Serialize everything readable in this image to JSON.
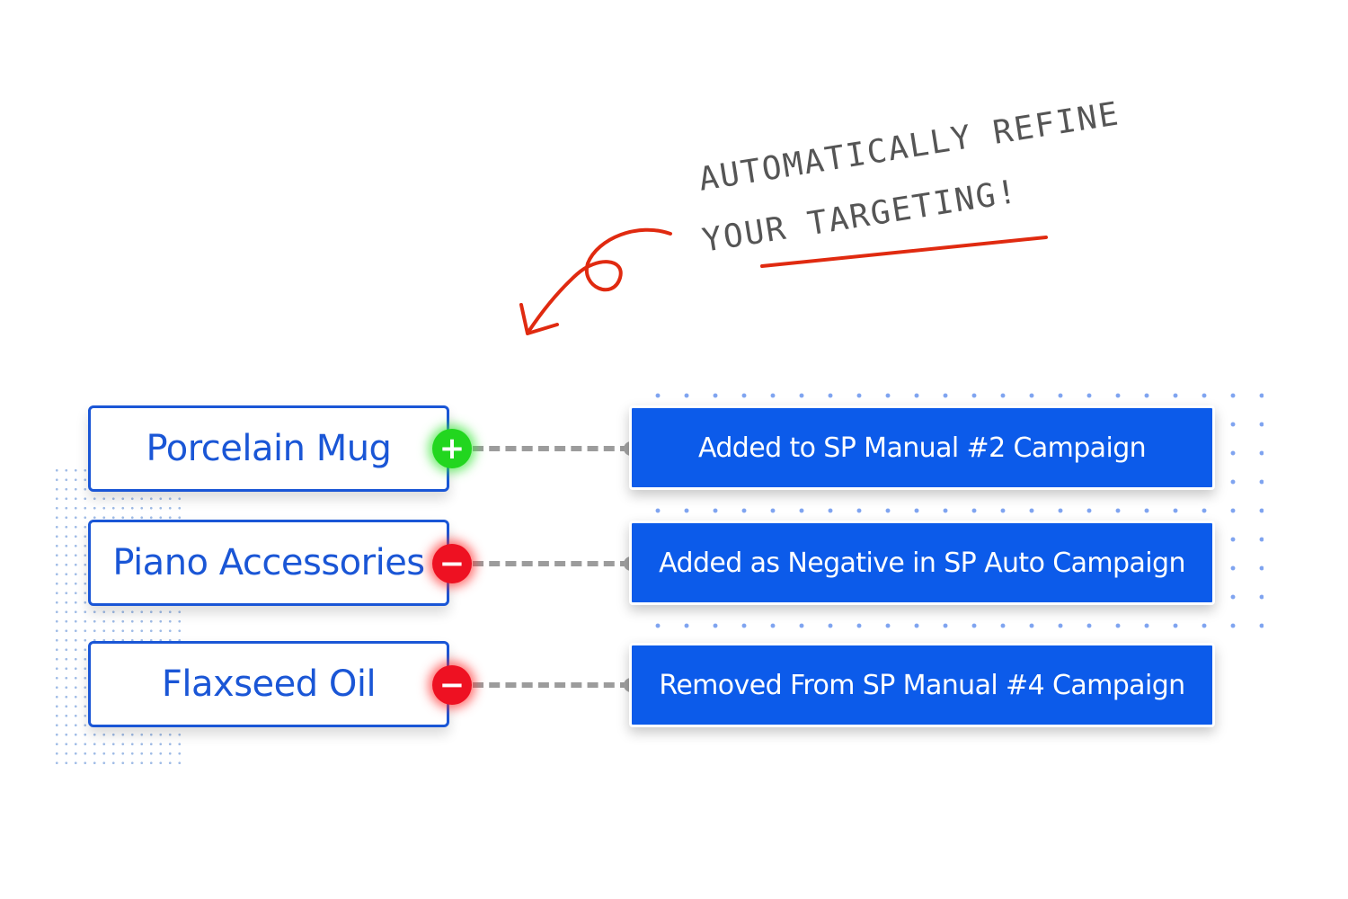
{
  "annotation": {
    "line1": "AUTOMATICALLY REFINE",
    "line2": "YOUR TARGETING!",
    "color": "#555555",
    "accent_color": "#e02a10",
    "arrow_icon": "curly-arrow-icon"
  },
  "rows": [
    {
      "keyword": "Porcelain Mug",
      "badge": "+",
      "badge_type": "plus",
      "badge_color": "#22d61f",
      "action": "Added to SP Manual #2 Campaign"
    },
    {
      "keyword": "Piano Accessories",
      "badge": "−",
      "badge_type": "minus",
      "badge_color": "#ee1122",
      "action": "Added as Negative in SP Auto Campaign"
    },
    {
      "keyword": "Flaxseed Oil",
      "badge": "−",
      "badge_type": "minus",
      "badge_color": "#ee1122",
      "action": "Removed From SP Manual #4 Campaign"
    }
  ],
  "colors": {
    "keyword_border": "#1a56d6",
    "action_fill": "#0c5bea",
    "connector": "#9c9c9c"
  }
}
